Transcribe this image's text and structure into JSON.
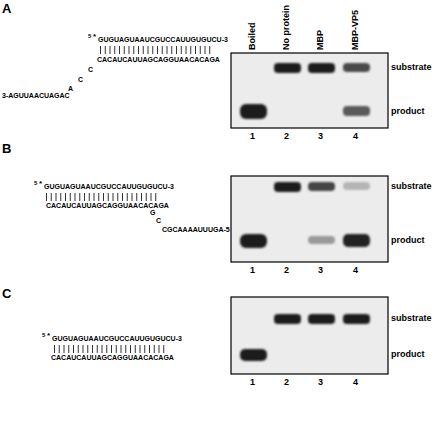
{
  "diagram": {
    "labels": [
      "A",
      "5",
      "*",
      "GUGUAGUAAUCGUCCAUUGUGUCU-3",
      "CACAUCAUUAGCAGGUAACACAGA",
      "3-AGUUAACUAGAC",
      "A",
      "C",
      "C",
      "Boiled",
      "No protein",
      "MBP",
      "MBP-VP5",
      "substrate",
      "product",
      "1",
      "2",
      "3",
      "4",
      "B",
      "5",
      "*",
      "GUGUAGUAAUCGUCCAUUGUGUCU-3",
      "CACAUCAUUAGCAGGUAACACAGA",
      "G",
      "C",
      "CGCAAAAUUUGA-5",
      "substrate",
      "product",
      "1",
      "2",
      "3",
      "4",
      "C",
      "5",
      "*",
      "GUGUAGUAAUCGUCCAUUGUGUCU-3",
      "CACAUCAUUAGCAGGUAACACAGA",
      "substrate",
      "product",
      "1",
      "2",
      "3",
      "4"
    ]
  }
}
